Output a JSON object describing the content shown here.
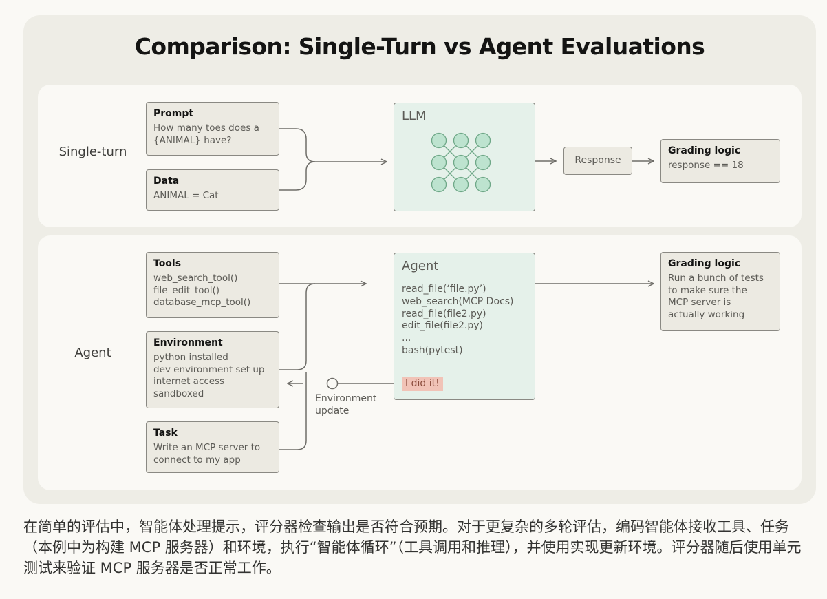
{
  "title": "Comparison: Single-Turn vs Agent Evaluations",
  "single_turn": {
    "label": "Single-turn",
    "prompt": {
      "heading": "Prompt",
      "lines": [
        "How many toes does a",
        "{ANIMAL} have?"
      ]
    },
    "data": {
      "heading": "Data",
      "lines": [
        "ANIMAL = Cat"
      ]
    },
    "llm": {
      "heading": "LLM"
    },
    "response": "Response",
    "grading": {
      "heading": "Grading logic",
      "lines": [
        "response == 18"
      ]
    }
  },
  "agent": {
    "label": "Agent",
    "tools": {
      "heading": "Tools",
      "lines": [
        "web_search_tool()",
        "file_edit_tool()",
        "database_mcp_tool()"
      ]
    },
    "environment": {
      "heading": "Environment",
      "lines": [
        "python installed",
        "dev environment set up",
        "internet access",
        "sandboxed"
      ]
    },
    "task": {
      "heading": "Task",
      "lines": [
        "Write an MCP server to",
        "connect to my app"
      ]
    },
    "agent_box": {
      "heading": "Agent",
      "steps": [
        "read_file(‘file.py’)",
        "web_search(MCP Docs)",
        "read_file(file2.py)",
        "edit_file(file2.py)",
        "...",
        "bash(pytest)"
      ],
      "result": "I did it!"
    },
    "env_update": [
      "Environment",
      "update"
    ],
    "grading": {
      "heading": "Grading logic",
      "lines": [
        "Run a bunch of tests",
        "to make sure the",
        "MCP server is",
        "actually working"
      ]
    }
  },
  "caption": "在简单的评估中，智能体处理提示，评分器检查输出是否符合预期。对于更复杂的多轮评估，编码智能体接收工具、任务（本例中为构建 MCP 服务器）和环境，执行“智能体循环”（工具调用和推理），并使用实现更新环境。评分器随后使用单元测试来验证 MCP 服务器是否正常工作。",
  "colors": {
    "card_bg": "#eeede6",
    "panel_bg": "#faf9f5",
    "box_bg": "#eceae2",
    "llm_bg": "#e5f1ea",
    "node_fill": "#bde3cf",
    "node_stroke": "#6fa888",
    "highlight_bg": "#f1c3b7",
    "line": "#6e6d68"
  }
}
